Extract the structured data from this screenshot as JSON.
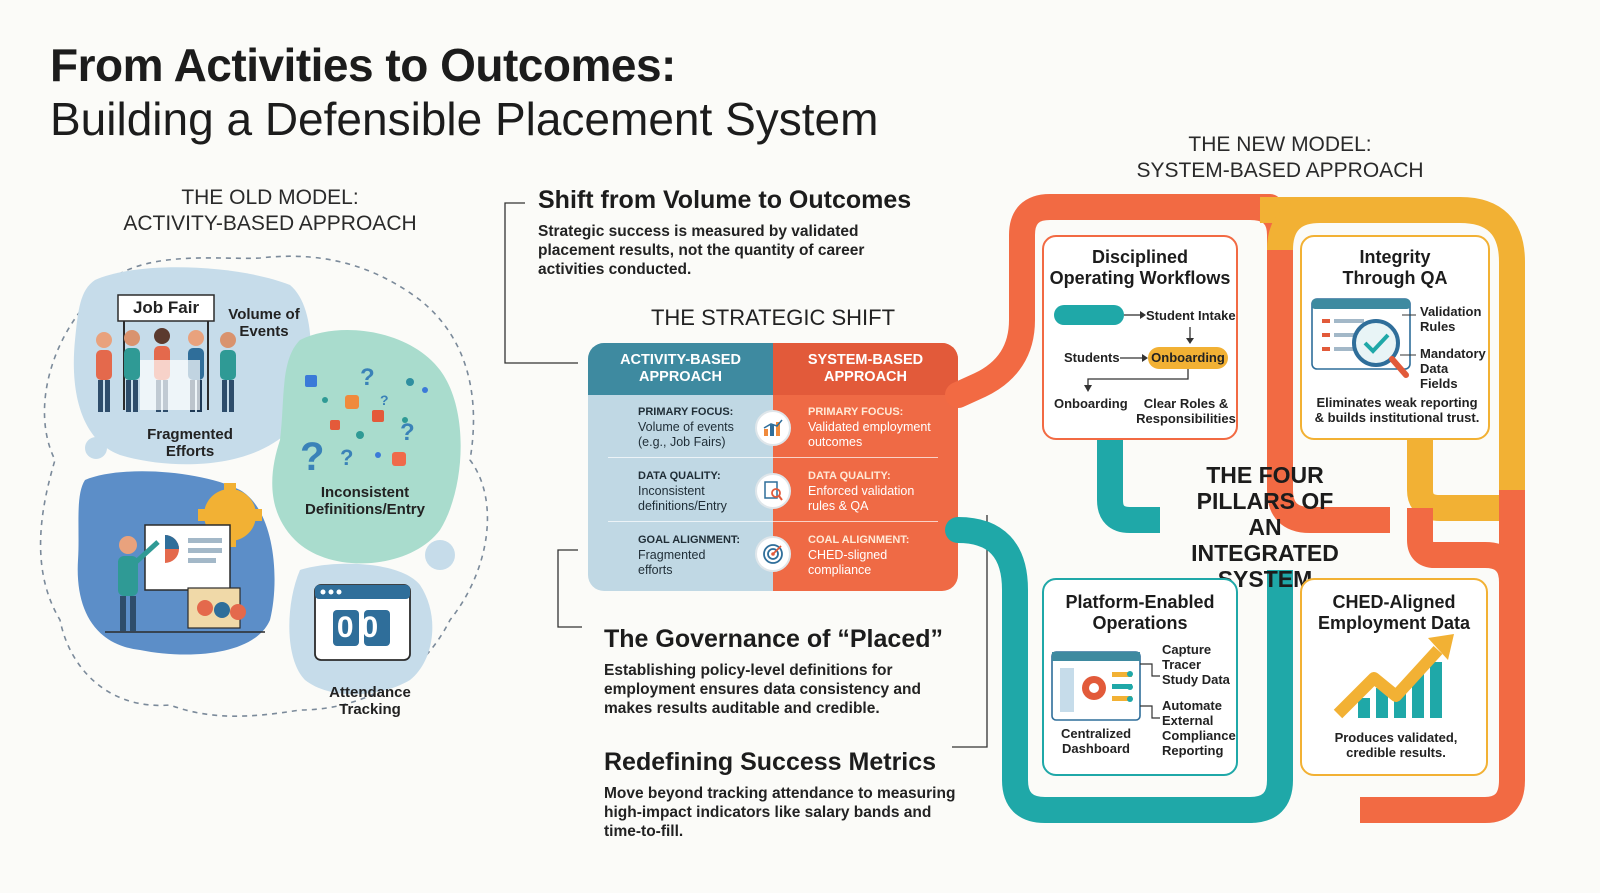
{
  "title": {
    "main": "From Activities to Outcomes:",
    "sub": "Building a Defensible Placement System"
  },
  "old_model": {
    "heading_1": "THE OLD MODEL:",
    "heading_2": "ACTIVITY-BASED APPROACH",
    "job_fair": "Job Fair",
    "volume_1": "Volume of",
    "volume_2": "Events",
    "fragmented_1": "Fragmented",
    "fragmented_2": "Efforts",
    "inconsistent_1": "Inconsistent",
    "inconsistent_2": "Definitions/Entry",
    "attendance_1": "Attendance",
    "attendance_2": "Tracking",
    "counter": "00"
  },
  "shift": {
    "heading": "Shift from Volume to Outcomes",
    "text_1": "Strategic success is measured by validated",
    "text_2": "placement results, not the quantity of career",
    "text_3": "activities conducted."
  },
  "strategic": {
    "heading": "THE STRATEGIC SHIFT",
    "left_head_1": "ACTIVITY-BASED",
    "left_head_2": "APPROACH",
    "right_head_1": "SYSTEM-BASED",
    "right_head_2": "APPROACH",
    "rows": [
      {
        "left_key": "PRIMARY FOCUS:",
        "left_1": "Volume of events",
        "left_2": "(e.g., Job Fairs)",
        "right_key": "PRIMARY FOCUS:",
        "right_1": "Validated employment",
        "right_2": "outcomes"
      },
      {
        "left_key": "DATA QUALITY:",
        "left_1": "Inconsistent",
        "left_2": "definitions/Entry",
        "right_key": "DATA QUALITY:",
        "right_1": "Enforced validation",
        "right_2": "rules & QA"
      },
      {
        "left_key": "GOAL ALIGNMENT:",
        "left_1": "Fragmented",
        "left_2": "efforts",
        "right_key": "COAL ALIGNMENT:",
        "right_1": "CHED-sligned",
        "right_2": "compliance"
      }
    ]
  },
  "governance": {
    "heading": "The Governance of “Placed”",
    "text_1": "Establishing policy-level definitions for",
    "text_2": "employment ensures data consistency and",
    "text_3": "makes results auditable and credible."
  },
  "metrics": {
    "heading": "Redefining Success Metrics",
    "text_1": "Move beyond tracking attendance to measuring",
    "text_2": "high-impact indicators like salary bands and",
    "text_3": "time-to-fill."
  },
  "new_model": {
    "heading_1": "THE NEW MODEL:",
    "heading_2": "SYSTEM-BASED APPROACH",
    "center_1": "THE FOUR",
    "center_2": "PILLARS OF AN",
    "center_3": "INTEGRATED",
    "center_4": "SYSTEM",
    "workflows": {
      "title_1": "Disciplined",
      "title_2": "Operating Workflows",
      "student_intake": "Student Intake",
      "students": "Students",
      "onboarding_box": "Onboarding",
      "onboarding": "Onboarding",
      "roles_1": "Clear Roles &",
      "roles_2": "Responsibilities"
    },
    "qa": {
      "title_1": "Integrity",
      "title_2": "Through QA",
      "validation_1": "Validation",
      "validation_2": "Rules",
      "mandatory_1": "Mandatory",
      "mandatory_2": "Data Fields",
      "desc_1": "Eliminates weak reporting",
      "desc_2": "& builds institutional trust."
    },
    "platform": {
      "title_1": "Platform-Enabled",
      "title_2": "Operations",
      "capture_1": "Capture",
      "capture_2": "Tracer",
      "capture_3": "Study Data",
      "automate_1": "Automate",
      "automate_2": "External",
      "automate_3": "Compliance",
      "automate_4": "Reporting",
      "dashboard_1": "Centralized",
      "dashboard_2": "Dashboard"
    },
    "ched": {
      "title_1": "CHED-Aligned",
      "title_2": "Employment Data",
      "desc_1": "Produces validated,",
      "desc_2": "credible results."
    }
  },
  "colors": {
    "teal": "#1fa8a8",
    "orange": "#f26a43",
    "yellow": "#f2b134",
    "blue_header": "#3e8aa0",
    "red_header": "#e25a3a"
  }
}
